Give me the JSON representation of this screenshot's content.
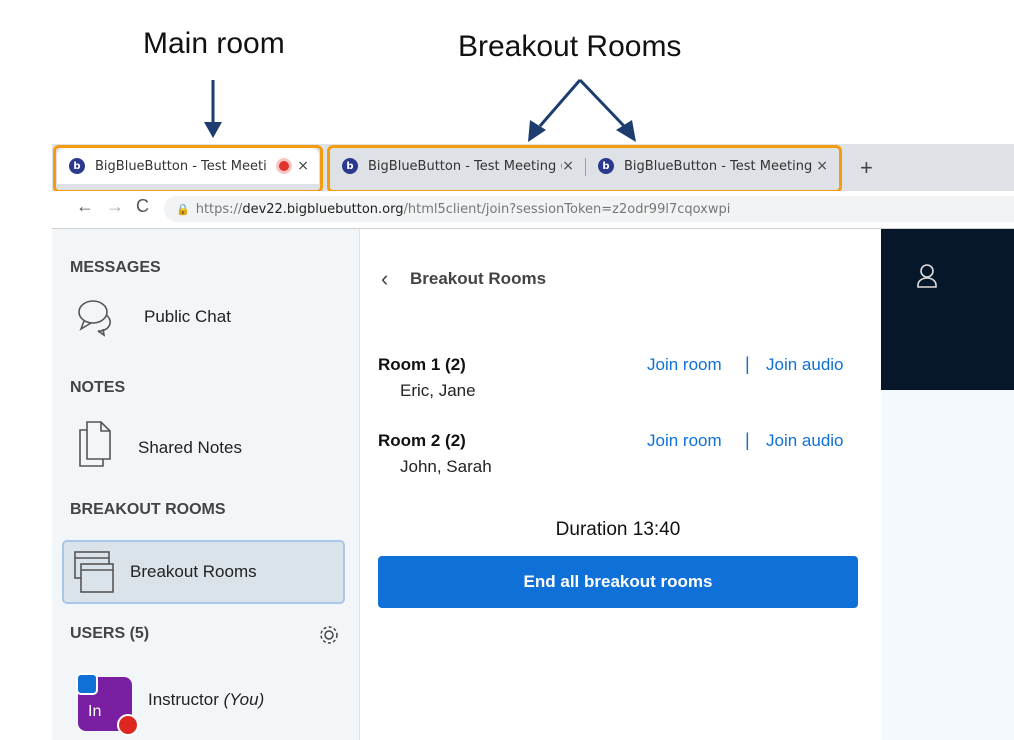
{
  "annotations": {
    "main_room": "Main room",
    "breakout_rooms": "Breakout Rooms"
  },
  "browser": {
    "tabs": [
      {
        "title": "BigBlueButton - Test Meeti",
        "active": true,
        "recording": true
      },
      {
        "title": "BigBlueButton - Test Meeting (",
        "active": false
      },
      {
        "title": "BigBlueButton - Test Meeting (",
        "active": false
      }
    ],
    "tab_close": "×",
    "new_tab": "+",
    "url_prefix": "https://",
    "url_host": "dev22.bigbluebutton.org",
    "url_path": "/html5client/join?sessionToken=z2odr99l7cqoxwpi"
  },
  "sidebar": {
    "messages_title": "MESSAGES",
    "public_chat": "Public Chat",
    "notes_title": "NOTES",
    "shared_notes": "Shared Notes",
    "breakout_title": "BREAKOUT ROOMS",
    "breakout_item": "Breakout Rooms",
    "users_title": "USERS (5)",
    "user_initials": "In",
    "user_name": "Instructor",
    "user_you": "(You)"
  },
  "panel": {
    "title": "Breakout Rooms",
    "rooms": [
      {
        "name": "Room 1 (2)",
        "users": "Eric, Jane"
      },
      {
        "name": "Room 2 (2)",
        "users": "John, Sarah"
      }
    ],
    "join_room": "Join room",
    "join_audio": "Join audio",
    "pipe": "|",
    "duration": "Duration 13:40",
    "end_button": "End all breakout rooms"
  },
  "colors": {
    "highlight": "#f39c12",
    "link": "#0f70d7",
    "avatar": "#7b1fa2",
    "mute": "#df2721"
  },
  "icons": [
    "chat-bubbles-icon",
    "document-icon",
    "breakout-windows-icon",
    "gear-icon",
    "user-icon",
    "presenter-icon",
    "mic-off-icon",
    "lock-icon",
    "back-icon",
    "forward-icon",
    "reload-icon",
    "chevron-left-icon"
  ]
}
